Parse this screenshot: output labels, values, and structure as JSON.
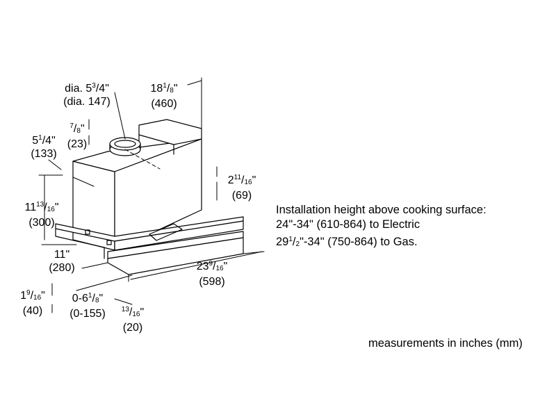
{
  "dimensions": {
    "duct_diameter": {
      "in_prefix": "dia. 5",
      "in_num": "3",
      "in_den": "4",
      "in_suffix": "\"",
      "mm": "(dia. 147)"
    },
    "depth": {
      "in_whole": "18",
      "in_num": "1",
      "in_den": "8",
      "mm": "(460)"
    },
    "collar_height": {
      "in_num": "7",
      "in_den": "8",
      "mm": "(23)"
    },
    "duct_offset": {
      "in_whole": "5",
      "in_num": "1",
      "in_den": "4",
      "mm": "(133)"
    },
    "front_panel_height": {
      "in_whole": "2",
      "in_num": "11",
      "in_den": "16",
      "mm": "(69)"
    },
    "hood_height": {
      "in_whole": "11",
      "in_num": "13",
      "in_den": "16",
      "mm": "(300)"
    },
    "body_depth": {
      "in": "11\"",
      "mm": "(280)"
    },
    "width": {
      "in_whole": "23",
      "in_num": "9",
      "in_den": "16",
      "mm": "(598)"
    },
    "base_height": {
      "in_whole": "1",
      "in_num": "9",
      "in_den": "16",
      "mm": "(40)"
    },
    "extension": {
      "in_whole": "0-6",
      "in_num": "1",
      "in_den": "8",
      "mm": "(0-155)"
    },
    "front_strip": {
      "in_num": "13",
      "in_den": "16",
      "mm": "(20)"
    }
  },
  "installation_note": {
    "title": "Installation height above cooking surface:",
    "electric": "24\"-34\" (610-864) to Electric",
    "gas_whole": "29",
    "gas_num": "1",
    "gas_den": "2",
    "gas_rest": "\"-34\" (750-864) to Gas."
  },
  "units_note": "measurements in inches (mm)"
}
